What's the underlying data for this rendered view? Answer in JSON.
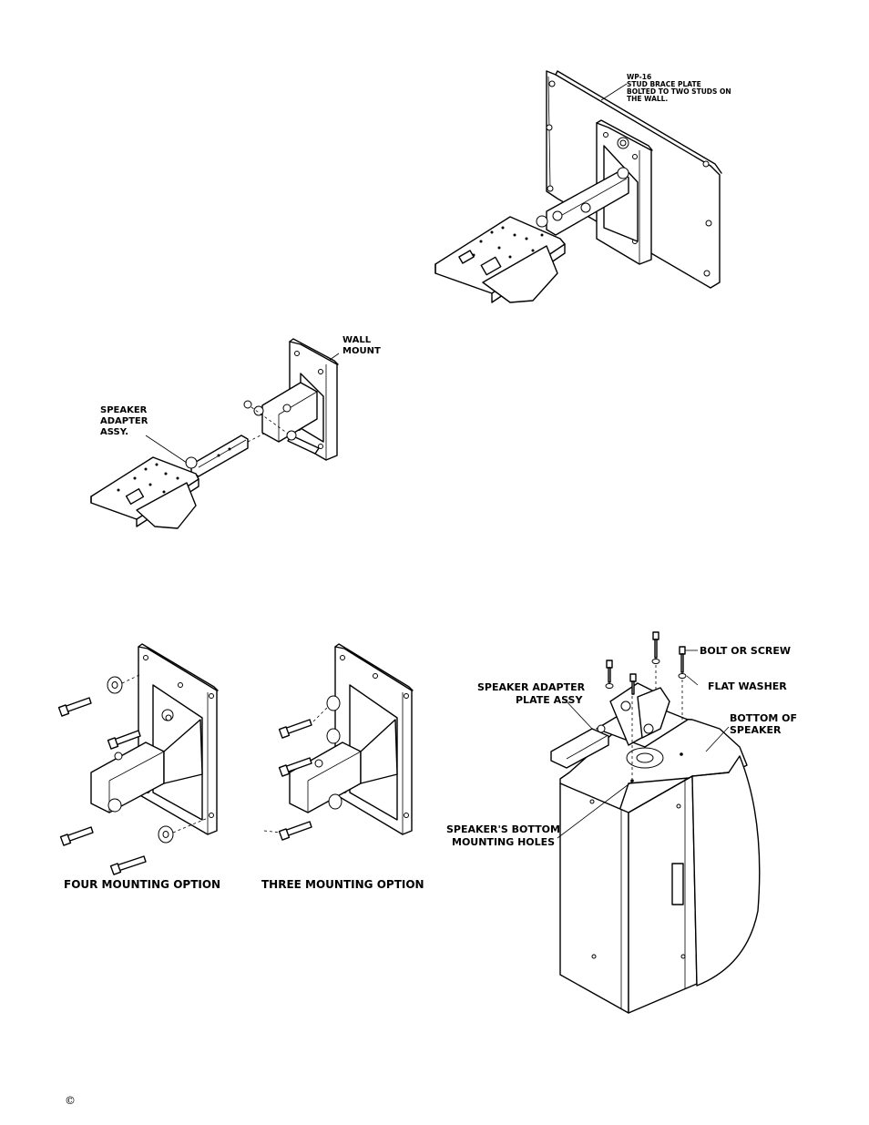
{
  "labels": {
    "wp16_line1": "WP-16",
    "wp16_line2": "STUD BRACE PLATE",
    "wp16_line3": "BOLTED TO TWO STUDS ON",
    "wp16_line4": "THE WALL.",
    "wall_mount_line1": "WALL",
    "wall_mount_line2": "MOUNT",
    "speaker_adapter_line1": "SPEAKER",
    "speaker_adapter_line2": "ADAPTER",
    "speaker_adapter_line3": "ASSY.",
    "four_mounting": "FOUR MOUNTING OPTION",
    "three_mounting": "THREE MOUNTING OPTION",
    "bolt_or_screw": "BOLT OR SCREW",
    "flat_washer": "FLAT WASHER",
    "adapter_plate_line1": "SPEAKER ADAPTER",
    "adapter_plate_line2": "PLATE ASSY",
    "bottom_speaker_line1": "BOTTOM OF",
    "bottom_speaker_line2": "SPEAKER",
    "bottom_holes_line1": "SPEAKER'S BOTTOM",
    "bottom_holes_line2": "MOUNTING HOLES",
    "copyright": "©"
  }
}
